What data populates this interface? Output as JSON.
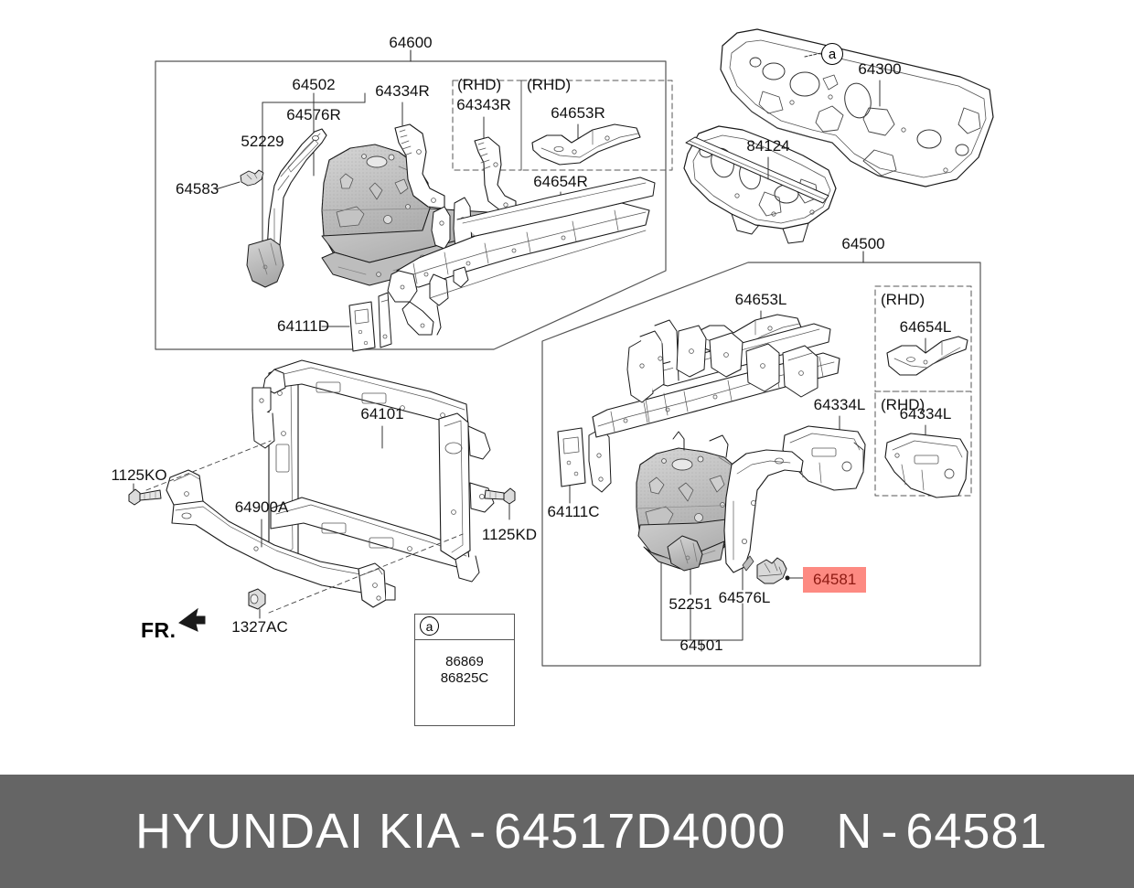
{
  "document": {
    "type": "automotive-parts-diagram",
    "orientation_marker": "FR."
  },
  "groups": {
    "g64600": {
      "label": "64600"
    },
    "g64500": {
      "label": "64500"
    },
    "g64502": {
      "label": "64502"
    },
    "g64501": {
      "label": "64501"
    }
  },
  "labels": {
    "p64600": "64600",
    "p64502": "64502",
    "p64576R": "64576R",
    "p52229": "52229",
    "p64583": "64583",
    "p64334R": "64334R",
    "p64111D": "64111D",
    "p64343R": "64343R",
    "p64653R": "64653R",
    "p64654R": "64654R",
    "rhd1": "(RHD)",
    "rhd2": "(RHD)",
    "p64300": "64300",
    "p84124": "84124",
    "p64500": "64500",
    "p64653L": "64653L",
    "p64654L": "64654L",
    "p64334L": "64334L",
    "p64334L_rhd": "64334L",
    "rhd3": "(RHD)",
    "rhd4": "(RHD)",
    "p64111C": "64111C",
    "p52251": "52251",
    "p64576L": "64576L",
    "p64501": "64501",
    "p64581": "64581",
    "p64101": "64101",
    "p64900A": "64900A",
    "p1125KO": "1125KO",
    "p1125KD": "1125KD",
    "p1327AC": "1327AC",
    "fr": "FR.",
    "callout_a": "a"
  },
  "legend": {
    "callout": "a",
    "items": [
      "86869",
      "86825C"
    ]
  },
  "highlight": {
    "part": "64581",
    "bg_color": "#fd8a82",
    "text_color": "#8d1a12"
  },
  "footer": {
    "brand": "HYUNDAI  KIA",
    "separator": "-",
    "part_number": "64517D4000",
    "ref_prefix": "N",
    "ref_separator": "-",
    "ref_number": "64581",
    "bg_color": "#656565",
    "text_color": "#ffffff"
  }
}
